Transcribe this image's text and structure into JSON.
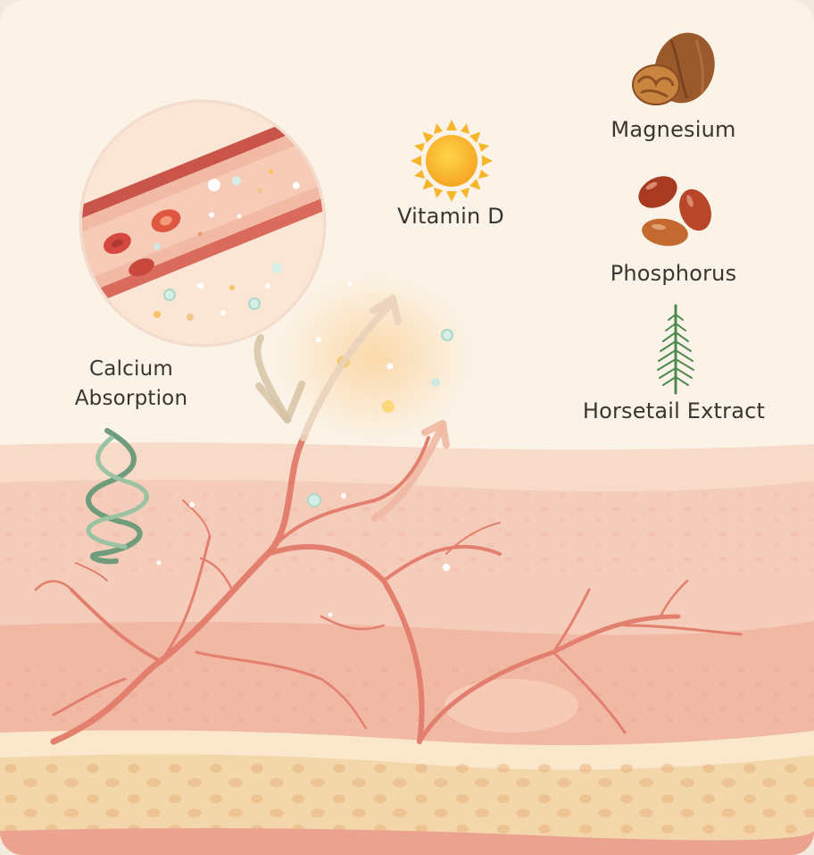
{
  "labels": {
    "calcium_line1": "Calcium",
    "calcium_line2": "Absorption",
    "vitamin_d": "Vitamin D",
    "magnesium": "Magnesium",
    "phosphorus": "Phosphorus",
    "horsetail": "Horsetail Extract"
  },
  "icons": {
    "sun": "sun-icon",
    "walnut": "walnut-icon",
    "beans": "beans-icon",
    "horsetail": "horsetail-plant-icon",
    "vessel_magnifier": "blood-vessel-magnifier",
    "collagen_helix": "collagen-helix-icon"
  },
  "colors": {
    "background": "#fbf3e7",
    "skin_top": "#f6d3c2",
    "skin_mid": "#f2bba7",
    "vessel": "#e37f6e",
    "fat_layer": "#f4d6ab",
    "sun": "#f7b52a",
    "helix": "#6f9c7a"
  }
}
